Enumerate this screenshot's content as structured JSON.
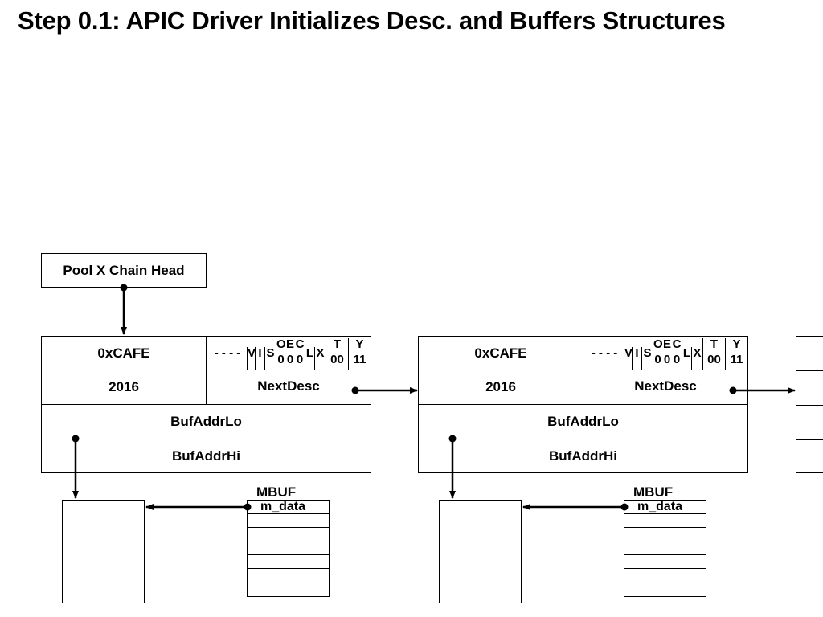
{
  "title": "Step 0.1: APIC Driver Initializes Desc. and Buffers Structures",
  "chain_head": {
    "label": "Pool X Chain Head"
  },
  "descriptor": {
    "magic": "0xCAFE",
    "size": "2016",
    "next": "NextDesc",
    "buf_lo": "BufAddrLo",
    "buf_hi": "BufAddrHi",
    "flags": {
      "dashes": "- - - -",
      "v": "V",
      "i": "I",
      "s": "S",
      "o_top": "O",
      "o_bot": "0",
      "e_top": "E",
      "e_bot": "0",
      "c_top": "C",
      "c_bot": "0",
      "l": "L",
      "x": "X",
      "t_top": "T",
      "t_bot": "00",
      "y_top": "Y",
      "y_bot": "11"
    }
  },
  "mbuf": {
    "label": "MBUF",
    "field": "m_data"
  }
}
